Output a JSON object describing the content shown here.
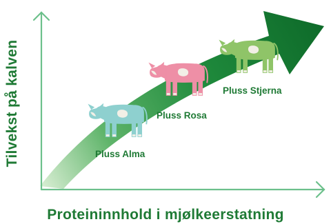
{
  "axes": {
    "y_label": "Tilvekst på kalven",
    "x_label": "Proteininnhold i mjølkeerstatning"
  },
  "products": [
    {
      "label": "Pluss Alma",
      "color": "#8ed0cf"
    },
    {
      "label": "Pluss Rosa",
      "color": "#ee8fa6"
    },
    {
      "label": "Pluss Stjerna",
      "color": "#8fc468"
    }
  ],
  "colors": {
    "axis": "#6cc08b",
    "arrow_dark": "#0e6b2a",
    "arrow_light": "#b9dfb7",
    "text": "#1f7a35",
    "patch": "#f2efe6"
  }
}
